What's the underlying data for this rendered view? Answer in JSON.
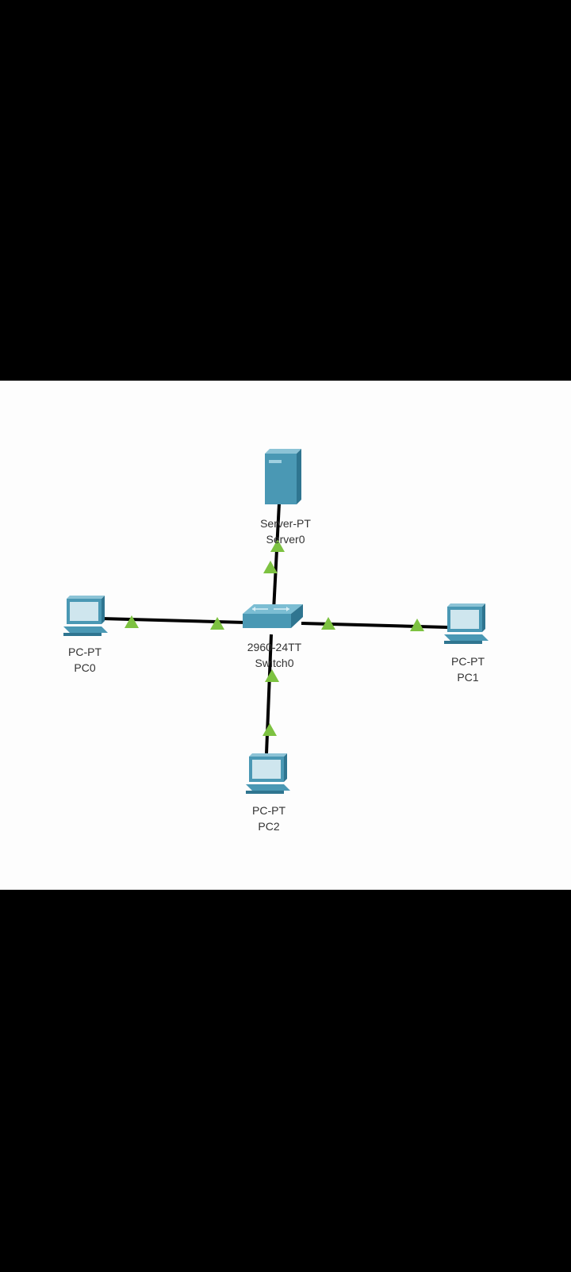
{
  "diagram": {
    "devices": [
      {
        "id": "server",
        "model": "Server-PT",
        "name": "Server0",
        "icon": "server-icon"
      },
      {
        "id": "switch",
        "model": "2960-24TT",
        "name": "Switch0",
        "icon": "switch-icon"
      },
      {
        "id": "pc0",
        "model": "PC-PT",
        "name": "PC0",
        "icon": "pc-icon"
      },
      {
        "id": "pc1",
        "model": "PC-PT",
        "name": "PC1",
        "icon": "pc-icon"
      },
      {
        "id": "pc2",
        "model": "PC-PT",
        "name": "PC2",
        "icon": "pc-icon"
      }
    ],
    "links": [
      {
        "from": "switch",
        "to": "server",
        "status": "up"
      },
      {
        "from": "switch",
        "to": "pc0",
        "status": "up"
      },
      {
        "from": "switch",
        "to": "pc1",
        "status": "up"
      },
      {
        "from": "switch",
        "to": "pc2",
        "status": "up"
      }
    ],
    "colors": {
      "canvas": "#fdfdfd",
      "link": "#000000",
      "link_up_indicator": "#7dc241",
      "device_blue": "#4a98b4"
    }
  }
}
